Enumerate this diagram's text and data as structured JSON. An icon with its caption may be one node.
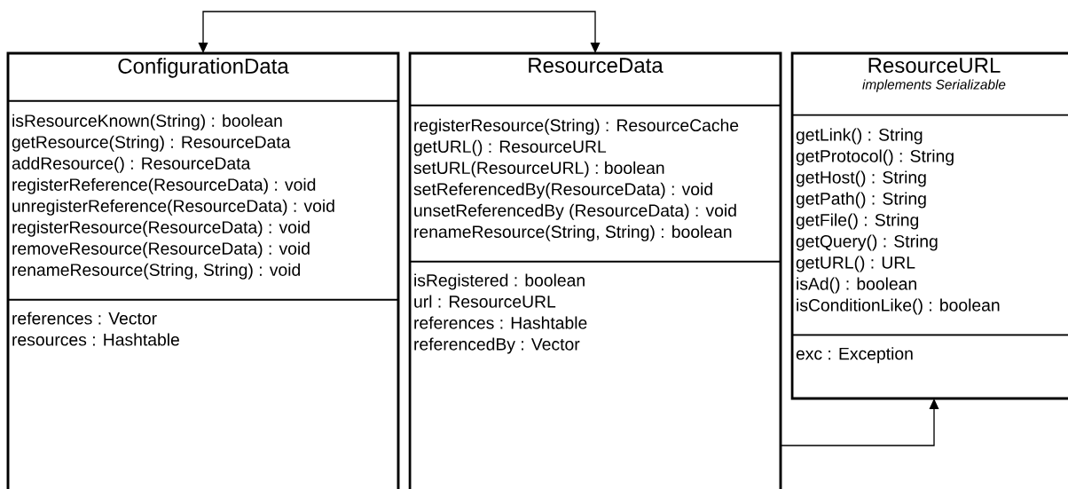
{
  "diagram": {
    "nodes": [
      {
        "text": [
          "ConfigurationData",
          "isResourceKnown(String) : boolean",
          "getResource(String) : ResourceData",
          "addResource() : ResourceData",
          "registerReference(ResourceData) : void",
          "unregisterReference(ResourceData) : void",
          "registerResource(ResourceData) : void",
          "removeResource(ResourceData) : void",
          "renameResource(String, String) : void",
          "references : Vector",
          "resources : Hashtable"
        ]
      },
      {
        "text": [
          "ResourceData",
          "registerResource(String) : ResourceCache",
          "getURL() : ResourceURL",
          "setURL(ResourceURL) : boolean",
          "setReferencedBy(ResourceData) : void",
          "unsetReferencedBy (ResourceData) : void",
          "renameResource(String, String) : boolean",
          "isRegistered : boolean",
          "url : ResourceURL",
          "references : Hashtable",
          "referencedBy : Vector"
        ]
      },
      {
        "text": [
          "ResourceURL",
          "implements Serializable",
          "getLink() : String",
          "getProtocol() : String",
          "getHost() : String",
          "getPath() : String",
          "getFile() : String",
          "getQuery() : String",
          "getURL() : URL",
          "isAd() : boolean",
          "isConditionLike() : boolean",
          "exc : Exception"
        ]
      }
    ],
    "edges": [
      {
        "from": 0,
        "to": 1,
        "arrow": "both"
      },
      {
        "from": 1,
        "to": 2,
        "arrow": "to"
      }
    ]
  }
}
